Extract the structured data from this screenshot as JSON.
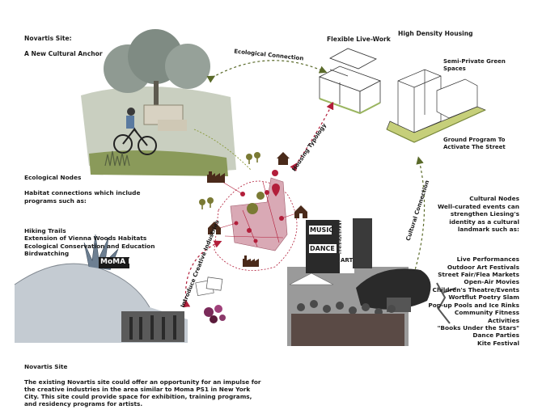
{
  "colors": {
    "accent_red": "#b21e3a",
    "site_pink": "#d9a9b5",
    "tree_olive": "#7a7a34",
    "icon_brown": "#4a2a1a",
    "ground_green": "#b9c46a"
  },
  "novartis_anchor": {
    "title": "Novartis Site:",
    "subtitle": "A New Cultural Anchor"
  },
  "ecological_nodes": {
    "title": "Ecological Nodes",
    "intro": "Habitat connections which include\nprograms such as:",
    "items": "Hiking Trails\nExtension of Vienna Woods Habitats\nEcological Conservation and Education\nBirdwatching"
  },
  "housing": {
    "flexible": "Flexible Live-Work",
    "high_density": "High Density Housing",
    "green_spaces": "Semi-Private Green\nSpaces",
    "ground_program": "Ground Program To\nActivate The Street"
  },
  "connections": {
    "ecological": "Ecological Connection",
    "housing": "Housing Typology",
    "cultural": "Cultural Connection",
    "creative": "Introduce Creative Industries"
  },
  "cultural_nodes": {
    "intro": "Cultural Nodes\nWell-curated events can\nstrengthen Liesing's\nidentity as a cultural\nlandmark such as:",
    "items": "Live Performances\nOutdoor Art Festivals\nStreet Fair/Flea Markets\nOpen-Air Movies\nChildren's Theatre/Events\nWortflut Poetry Slam\nPop-up Pools and Ice Rinks\nCommunity Fitness\nActivities\n\"Books Under the Stars\"\nDance Parties\nKite Festival"
  },
  "novartis_site": {
    "title": "Novartis Site",
    "body": "The existing Novartis site could offer an opportunity for an impulse for\nthe creative industries in the area similar to Moma PS1 in New York\nCity. This site could provide space for exhibition, training programs,\nand residency programs for artists."
  },
  "photo_signs": {
    "moma": "MoMA PS1",
    "music": "MUSIC",
    "dance": "DANCE",
    "art": "ART",
    "performance": "PERFORMANCE"
  },
  "icons": [
    "tree-icon",
    "factory-icon",
    "house-icon",
    "school-icon",
    "location-pin-icon"
  ]
}
